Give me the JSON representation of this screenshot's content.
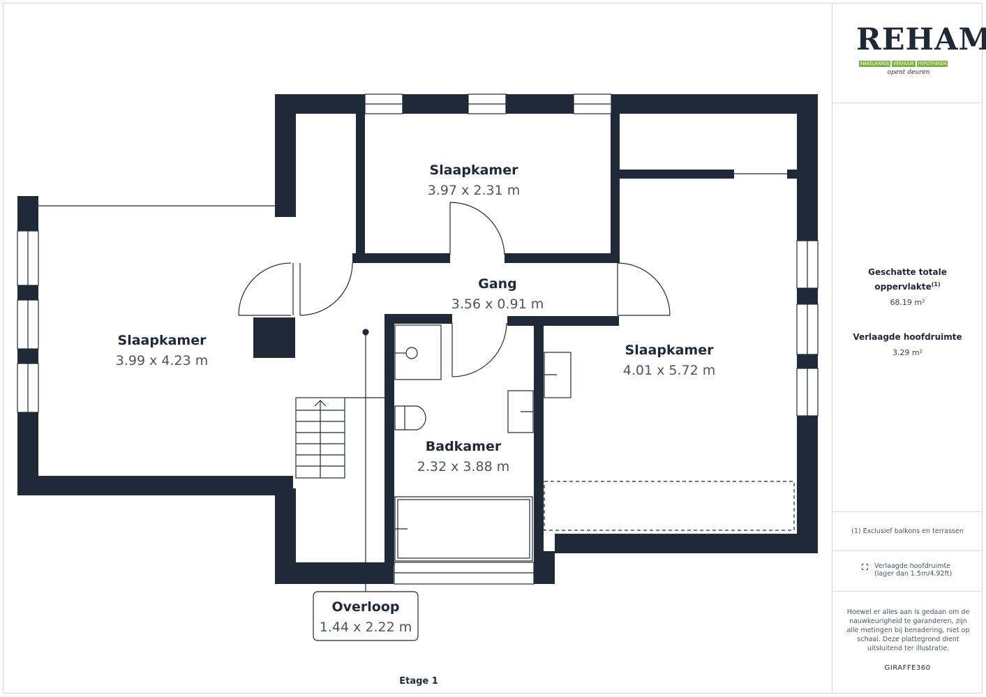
{
  "floor_label": "Etage 1",
  "rooms": {
    "bedroom_left": {
      "name": "Slaapkamer",
      "dims": "3.99 x 4.23 m"
    },
    "bedroom_top": {
      "name": "Slaapkamer",
      "dims": "3.97 x 2.31 m"
    },
    "hallway": {
      "name": "Gang",
      "dims": "3.56 x 0.91 m"
    },
    "bedroom_right": {
      "name": "Slaapkamer",
      "dims": "4.01 x 5.72 m"
    },
    "bathroom": {
      "name": "Badkamer",
      "dims": "2.32 x 3.88 m"
    },
    "landing": {
      "name": "Overloop",
      "dims": "1.44 x 2.22 m"
    }
  },
  "sidebar": {
    "logo": {
      "wordmark": "REHAM",
      "tags": [
        "MAKELAARDIJ",
        "VERHUUR",
        "HYPOTHEKEN"
      ],
      "slogan": "opent deuren"
    },
    "total_area_title": "Geschatte totale oppervlakte",
    "total_area_footnote": "(1)",
    "total_area_value": "68.19 m²",
    "reduced_height_title": "Verlaagde hoofdruimte",
    "reduced_height_value": "3.29 m²",
    "footnote_text": "(1) Exclusief balkons en terrassen",
    "legend_line1": "Verlaagde hoofdruimte",
    "legend_line2": "(lager dan 1.5m/4.92ft)",
    "disclaimer": "Hoewel er alles aan is gedaan om de nauwkeurigheid te garanderen, zijn alle metingen bij benadering, niet op schaal. Deze plattegrond dient uitsluitend ter illustratie.",
    "brand": "GIRAFFE360"
  },
  "colors": {
    "wall": "#1f2937",
    "accent_green": "#7cb342"
  }
}
